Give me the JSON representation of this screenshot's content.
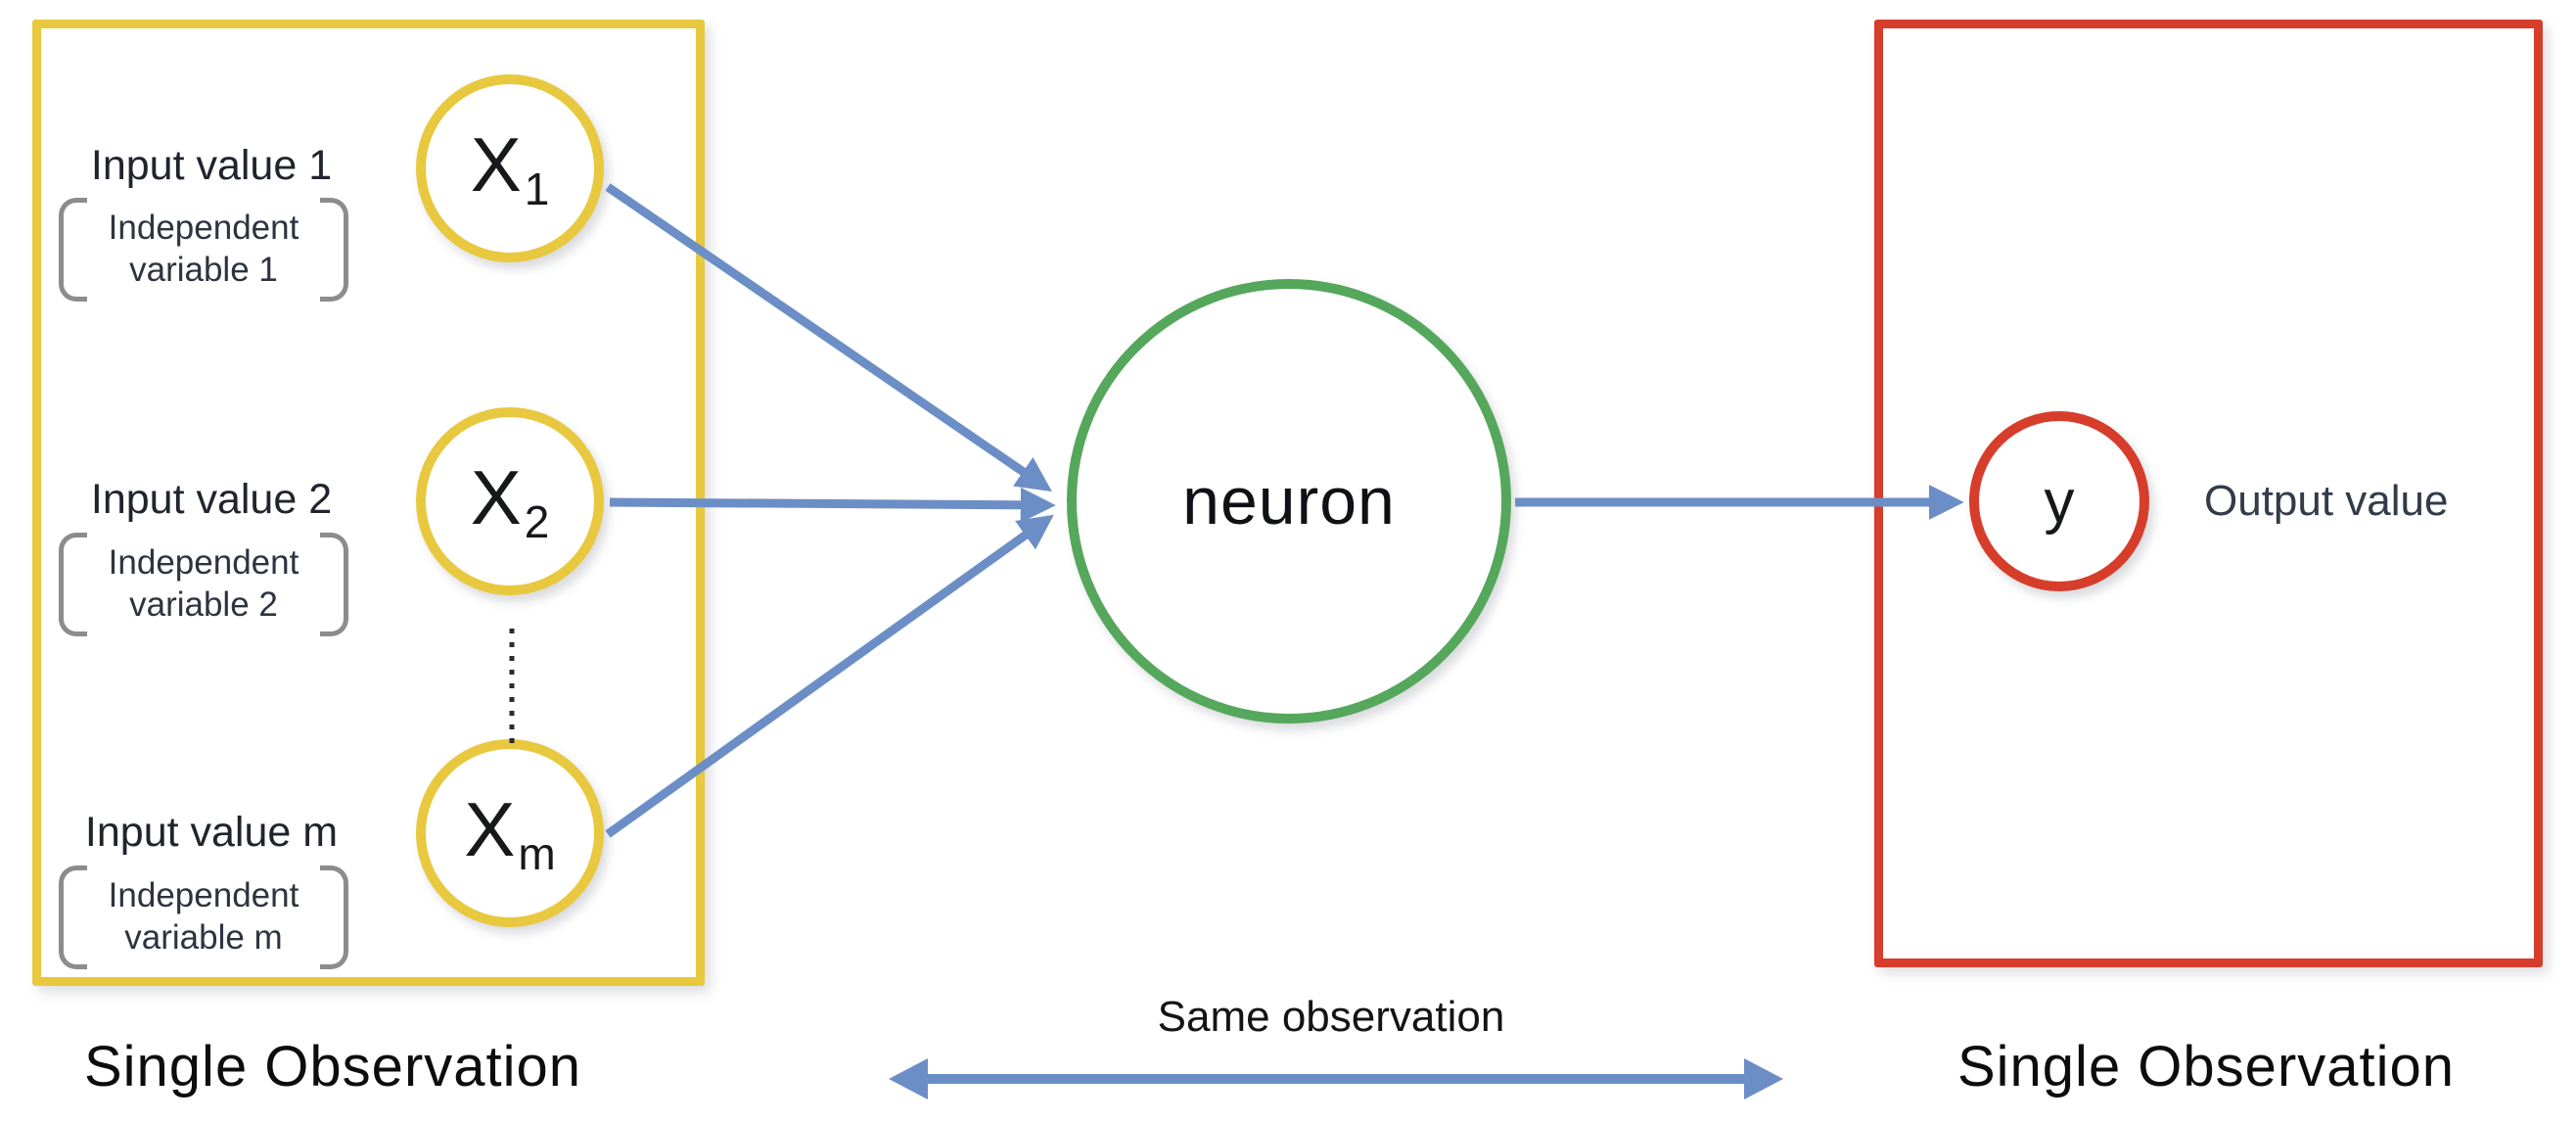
{
  "colors": {
    "input_accent": "#E8C83E",
    "neuron_accent": "#55A75C",
    "output_accent": "#D63D2B",
    "arrow_blue": "#6C8EC6",
    "bracket_gray": "#8C8C8C",
    "label_dark": "#20242D",
    "label_slate": "#333B49"
  },
  "input_box": {
    "caption": "Single Observation",
    "rows": [
      {
        "label": "Input value 1",
        "bracket_line1": "Independent",
        "bracket_line2": "variable 1",
        "node": "X",
        "node_sub": "1"
      },
      {
        "label": "Input value 2",
        "bracket_line1": "Independent",
        "bracket_line2": "variable 2",
        "node": "X",
        "node_sub": "2"
      },
      {
        "label": "Input value m",
        "bracket_line1": "Independent",
        "bracket_line2": "variable m",
        "node": "X",
        "node_sub": "m"
      }
    ]
  },
  "neuron": {
    "label": "neuron"
  },
  "output_box": {
    "caption": "Single Observation",
    "node": "y",
    "value_label": "Output value"
  },
  "footer": {
    "same_observation_label": "Same observation"
  }
}
